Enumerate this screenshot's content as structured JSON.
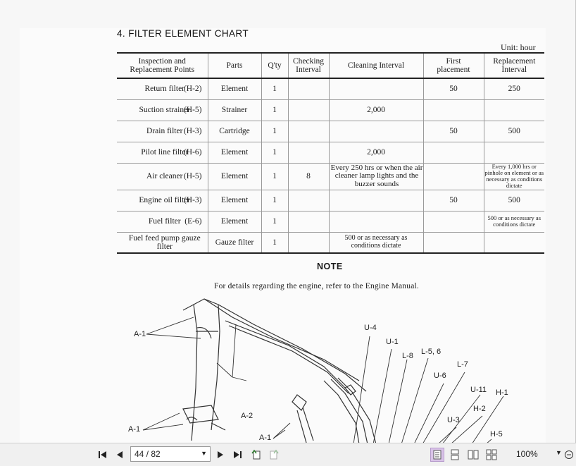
{
  "document": {
    "title": "4. FILTER ELEMENT CHART",
    "unit": "Unit:  hour",
    "columns": [
      "Inspection and Replacement Points",
      "Parts",
      "Q'ty",
      "Checking Interval",
      "Cleaning Interval",
      "First placement",
      "Replacement Interval"
    ],
    "column_lines": {
      "c0": [
        "Inspection and",
        "Replacement Points"
      ],
      "c3": [
        "Checking",
        "Interval"
      ],
      "c5": [
        "First",
        "placement"
      ],
      "c6": [
        "Replacement",
        "Interval"
      ]
    },
    "rows": [
      {
        "point": "Return filter",
        "code": "(H-2)",
        "part": "Element",
        "qty": "1",
        "check": "",
        "clean": "",
        "first": "50",
        "replace": "250"
      },
      {
        "point": "Suction strainer",
        "code": "(H-5)",
        "part": "Strainer",
        "qty": "1",
        "check": "",
        "clean": "2,000",
        "first": "",
        "replace": ""
      },
      {
        "point": "Drain filter",
        "code": "(H-3)",
        "part": "Cartridge",
        "qty": "1",
        "check": "",
        "clean": "",
        "first": "50",
        "replace": "500"
      },
      {
        "point": "Pilot line filter",
        "code": "(H-6)",
        "part": "Element",
        "qty": "1",
        "check": "",
        "clean": "2,000",
        "first": "",
        "replace": ""
      },
      {
        "point": "Air cleaner",
        "code": "(H-5)",
        "part": "Element",
        "qty": "1",
        "check": "8",
        "clean": "Every 250 hrs or when the air cleaner lamp lights and the buzzer sounds",
        "first": "",
        "replace": "Every 1,000 hrs or pinhole on element or as necessary as conditions dictate"
      },
      {
        "point": "Engine oil filter",
        "code": "(H-3)",
        "part": "Element",
        "qty": "1",
        "check": "",
        "clean": "",
        "first": "50",
        "replace": "500"
      },
      {
        "point": "Fuel filter",
        "code": "(E-6)",
        "part": "Element",
        "qty": "1",
        "check": "",
        "clean": "",
        "first": "",
        "replace": "500 or as necessary as conditions dictate"
      },
      {
        "point": "Fuel feed pump gauze filter",
        "code": "",
        "part": "Gauze filter",
        "qty": "1",
        "check": "",
        "clean": "500 or as necessary as conditions dictate",
        "first": "",
        "replace": ""
      }
    ],
    "note_title": "NOTE",
    "note_text": "For details regarding the engine, refer to the Engine Manual.",
    "diagram_labels": [
      "A-1",
      "A-1",
      "A-2",
      "A-1",
      "U-4",
      "U-1",
      "L-8",
      "L-5, 6",
      "L-7",
      "U-6",
      "U-11",
      "H-1",
      "H-2",
      "U-3",
      "H-5"
    ]
  },
  "toolbar": {
    "page_value": "44 / 82",
    "zoom": "100%",
    "icons": [
      "first-page-icon",
      "prev-page-icon",
      "next-page-icon",
      "last-page-icon",
      "rotate-left-icon",
      "rotate-right-icon",
      "single-page-icon",
      "continuous-icon",
      "facing-icon",
      "continuous-facing-icon"
    ]
  }
}
